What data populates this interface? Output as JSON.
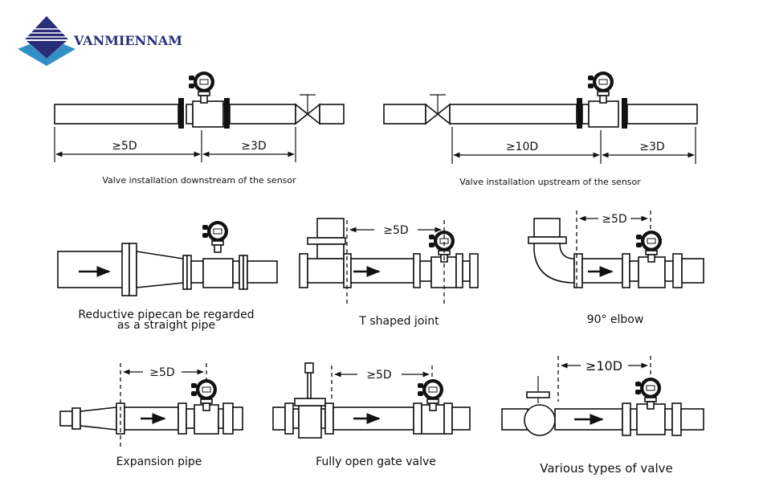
{
  "brand": {
    "name": "VANMIENNAM",
    "primary_color": "#2a2e7a",
    "accent_color": "#2f8fc6"
  },
  "diagrams": {
    "downstream": {
      "dim_upstream": "≥5D",
      "dim_downstream": "≥3D",
      "caption": "Valve installation downstream of the sensor"
    },
    "upstream": {
      "dim_upstream": "≥10D",
      "dim_downstream": "≥3D",
      "caption": "Valve installation upstream of the sensor"
    },
    "reductive": {
      "caption_line1": "Reductive pipecan be regarded",
      "caption_line2": "as a straight pipe"
    },
    "t_joint": {
      "dim": "≥5D",
      "caption": "T shaped joint"
    },
    "elbow": {
      "dim": "≥5D",
      "caption": "90° elbow"
    },
    "expansion": {
      "dim": "≥5D",
      "caption": "Expansion pipe"
    },
    "gate_valve": {
      "dim": "≥5D",
      "caption": "Fully open gate valve"
    },
    "various_valve": {
      "dim": "≥10D",
      "caption": "Various types of valve"
    }
  }
}
